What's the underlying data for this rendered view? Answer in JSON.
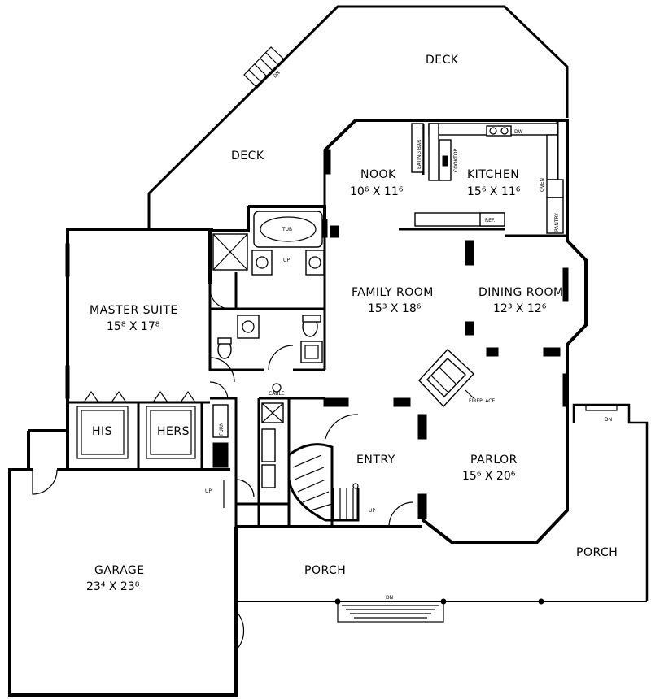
{
  "rooms": {
    "deck_top": "DECK",
    "deck_left": "DECK",
    "nook_name": "NOOK",
    "nook_size": "10⁶ X 11⁶",
    "kitchen_name": "KITCHEN",
    "kitchen_size": "15⁶ X 11⁶",
    "master_name": "MASTER SUITE",
    "master_size": "15⁸ X 17⁸",
    "family_name": "FAMILY ROOM",
    "family_size": "15³ X 18⁶",
    "dining_name": "DINING ROOM",
    "dining_size": "12³ X 12⁶",
    "his": "HIS",
    "hers": "HERS",
    "entry": "ENTRY",
    "parlor_name": "PARLOR",
    "parlor_size": "15⁶ X 20⁶",
    "garage_name": "GARAGE",
    "garage_size": "23⁴ X 23⁸",
    "porch_front": "PORCH",
    "porch_right": "PORCH"
  },
  "fixtures": {
    "tub": "TUB",
    "fireplace": "FIREPLACE",
    "ref": "REF.",
    "pantry": "PANTRY",
    "oven": "OVEN",
    "dw": "DW",
    "eating_bar": "EATING BAR",
    "cooktop": "COOKTOP",
    "furn": "FURN",
    "cable": "CABLE"
  },
  "stairs": {
    "up_bath": "UP",
    "up_garage": "UP",
    "up_stair": "UP",
    "dn_deck": "DN",
    "dn_porch_front": "DN",
    "dn_porch_right": "DN"
  }
}
